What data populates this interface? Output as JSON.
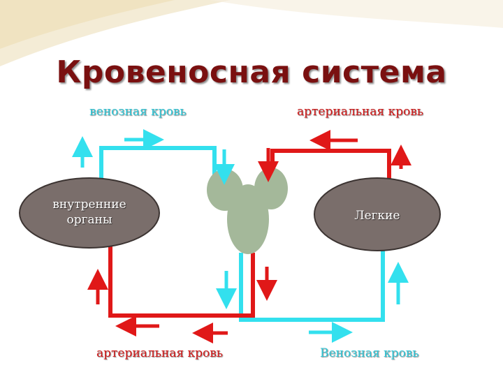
{
  "title": "Кровеносная система",
  "labels": {
    "top_left": "венозная кровь",
    "top_right": "артериальная кровь",
    "bottom_left": "артериальная кровь",
    "bottom_right": "Венозная кровь"
  },
  "organs": {
    "left": "внутренние\nорганы",
    "right": "Легкие"
  },
  "colors": {
    "venous": "#33e0ee",
    "arterial": "#e01818",
    "organ_fill": "#7a6e6b",
    "heart_fill": "#a4b89a",
    "title": "#7a1010"
  }
}
